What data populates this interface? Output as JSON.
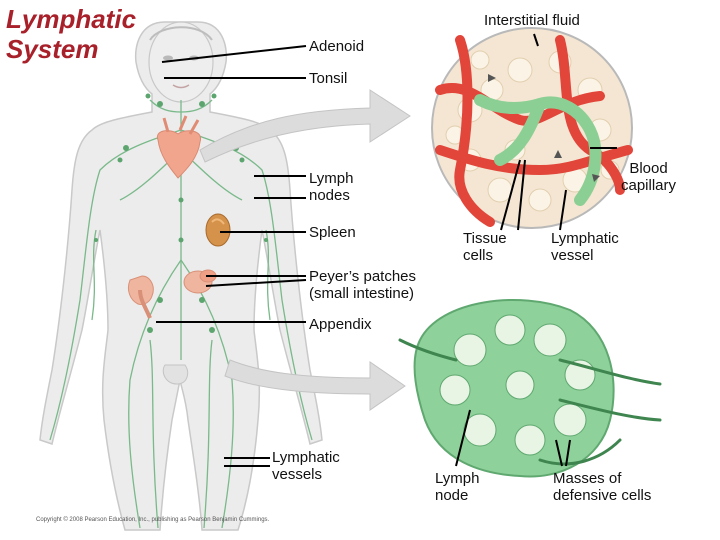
{
  "title": {
    "line1": "Lymphatic",
    "line2": "System"
  },
  "labels": {
    "interstitial_fluid": "Interstitial fluid",
    "adenoid": "Adenoid",
    "tonsil": "Tonsil",
    "lymph_nodes": "Lymph\nnodes",
    "spleen": "Spleen",
    "peyers_patches": "Peyer’s patches\n(small intestine)",
    "appendix": "Appendix",
    "lymphatic_vessels": "Lymphatic\nvessels",
    "blood_capillary": "Blood\ncapillary",
    "tissue_cells": "Tissue\ncells",
    "lymphatic_vessel": "Lymphatic\nvessel",
    "lymph_node": "Lymph\nnode",
    "masses_of_defensive_cells": "Masses of\ndefensive cells"
  },
  "copyright": "Copyright © 2008 Pearson Education, Inc., publishing as Pearson Benjamin Cummings.",
  "colors": {
    "title": "#a8202a",
    "lymph_green": "#7bbf8a",
    "blood_red": "#e0453a",
    "skin": "#e9e9e9"
  }
}
